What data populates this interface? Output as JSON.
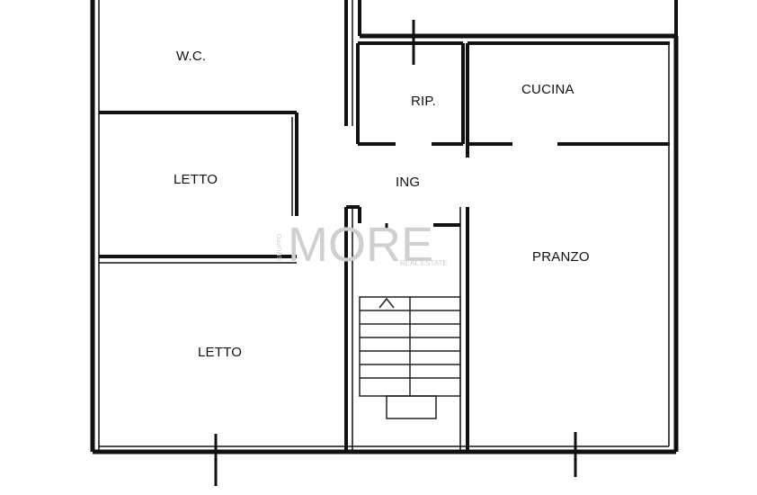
{
  "rooms": {
    "wc": "W.C.",
    "rip": "RIP.",
    "cucina": "CUCINA",
    "letto_upper": "LETTO",
    "ing": "ING",
    "pranzo": "PRANZO",
    "letto_lower": "LETTO"
  },
  "watermark": {
    "logo": "MORE",
    "tagline": "REAL ESTATE",
    "vertical": "GRUPPO"
  },
  "colors": {
    "wall": "#111111",
    "background": "#ffffff",
    "watermark": "#cfcfcf"
  }
}
